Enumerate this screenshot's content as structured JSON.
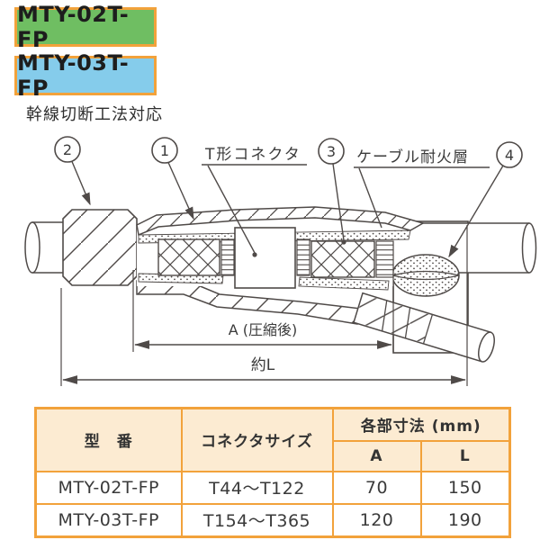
{
  "page": {
    "background": "#ffffff",
    "line_color": "#4f4a48"
  },
  "product_badges": [
    {
      "label": "MTY-02T-FP",
      "bg_color": "#6FBE62",
      "border_color": "#F2A23B"
    },
    {
      "label": "MTY-03T-FP",
      "bg_color": "#85CCEB",
      "border_color": "#F2A23B"
    }
  ],
  "subtitle": "幹線切断工法対応",
  "diagram": {
    "callouts": [
      {
        "number": "2"
      },
      {
        "number": "1"
      },
      {
        "number": "3"
      },
      {
        "number": "4"
      }
    ],
    "part_labels": {
      "t_connector": "T形コネクタ",
      "cable_fire_layer": "ケーブル耐火層"
    },
    "dimension_labels": {
      "a": "A (圧縮後)",
      "l": "約L"
    }
  },
  "spec_table": {
    "border_color": "#F2A23B",
    "header_bg_color": "#FCEBD2",
    "headers": {
      "model": "型　番",
      "connector_size": "コネクタサイズ",
      "dimensions_group": "各部寸法 (mm)",
      "dim_a": "A",
      "dim_l": "L"
    },
    "rows": [
      {
        "model": "MTY-02T-FP",
        "connector_size": "T44～T122",
        "dim_a": "70",
        "dim_l": "150"
      },
      {
        "model": "MTY-03T-FP",
        "connector_size": "T154～T365",
        "dim_a": "120",
        "dim_l": "190"
      }
    ]
  }
}
